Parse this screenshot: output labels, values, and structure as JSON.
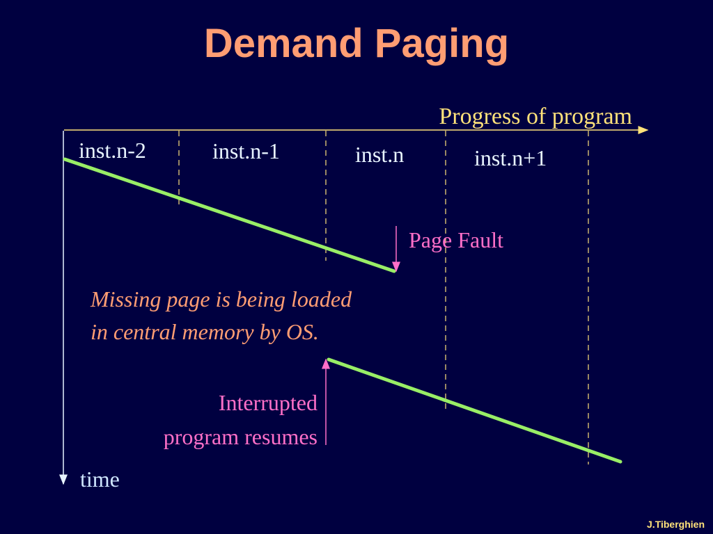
{
  "slide": {
    "title": "Demand Paging",
    "footer": "J.Tiberghien"
  },
  "diagram": {
    "axis_x_label": "Progress of program",
    "axis_y_label": "time",
    "instructions": [
      "inst.n-2",
      "inst.n-1",
      "inst.n",
      "inst.n+1"
    ],
    "page_fault_label": "Page Fault",
    "loading_note_line1": "Missing page is being loaded",
    "loading_note_line2": "in central memory by OS.",
    "resume_line1": "Interrupted",
    "resume_line2": "program resumes"
  },
  "colors": {
    "background": "#000040",
    "title": "#ff9d73",
    "axis": "#ffe27a",
    "axis_text": "#ffe27a",
    "progress_line": "#99ee66",
    "event_text": "#ff6fc8",
    "note_text": "#ff9d73",
    "time_axis": "#e8f4ff",
    "time_text": "#cfe6ff"
  }
}
